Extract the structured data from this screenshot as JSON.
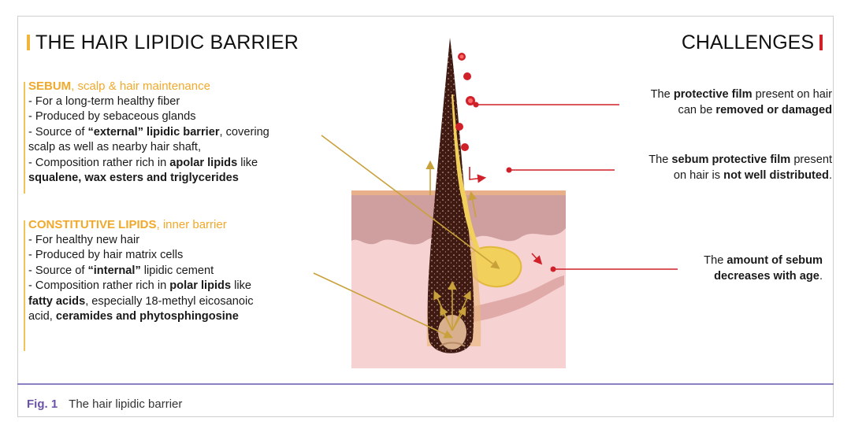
{
  "title_left": "THE HAIR LIPIDIC BARRIER",
  "title_right": "CHALLENGES",
  "sebum": {
    "head_bold": "SEBUM",
    "head_rest": ", scalp & hair maintenance",
    "l1": "- For a long-term healthy fiber",
    "l2": "- Produced by sebaceous glands",
    "l3a": "- Source of ",
    "l3b": "“external” lipidic barrier",
    "l3c": ", covering",
    "l4": "scalp as well as nearby hair shaft,",
    "l5a": "- Composition rather rich in ",
    "l5b": "apolar lipids",
    "l5c": " like",
    "l6": "squalene, wax esters and triglycerides"
  },
  "constitutive": {
    "head_bold": "CONSTITUTIVE LIPIDS",
    "head_rest": ", inner barrier",
    "l1": "- For healthy new hair",
    "l2": "- Produced by hair matrix cells",
    "l3a": "- Source of ",
    "l3b": "“internal”",
    "l3c": " lipidic cement",
    "l4a": "- Composition rather rich in ",
    "l4b": "polar lipids",
    "l4c": " like",
    "l5a": "fatty acids",
    "l5b": ", especially 18-methyl eicosanoic",
    "l6a": "acid, ",
    "l6b": "ceramides and phytosphingosine"
  },
  "challenges": {
    "c1_a": "The ",
    "c1_b": "protective film",
    "c1_c": " present on hair",
    "c1_d": "can be ",
    "c1_e": "removed or damaged",
    "c2_a": "The ",
    "c2_b": "sebum protective film",
    "c2_c": " present",
    "c2_d": "on hair is ",
    "c2_e": "not well distributed",
    "c2_f": ".",
    "c3_a": "The ",
    "c3_b": "amount of sebum",
    "c3_c": "decreases with age",
    "c3_d": "."
  },
  "caption": {
    "fig": "Fig. 1",
    "text": "The hair lipidic barrier"
  },
  "colors": {
    "accent_yellow": "#f0b53c",
    "accent_red": "#d0202a",
    "hair": "#3e1a12",
    "skin": "#f4cfcf",
    "caption_purple": "#6b52a8"
  }
}
